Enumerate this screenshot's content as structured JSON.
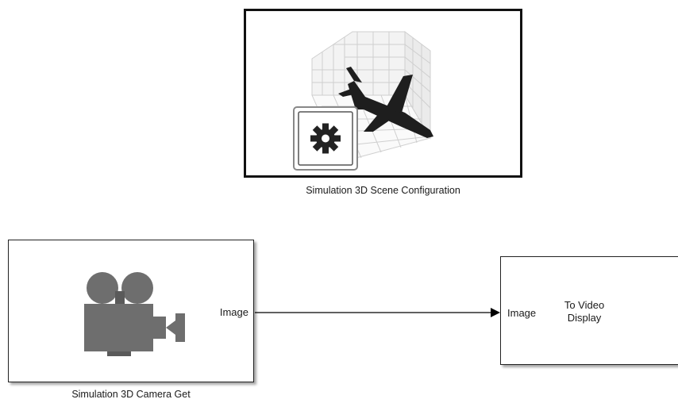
{
  "blocks": {
    "scene_config": {
      "caption": "Simulation 3D Scene Configuration"
    },
    "camera_get": {
      "caption": "Simulation 3D Camera Get",
      "output_port": "Image"
    },
    "video_display": {
      "input_port": "Image",
      "title_line1": "To Video",
      "title_line2": "Display"
    }
  },
  "icons": {
    "scene": "grid-airplane-icon",
    "settings": "gear-icon",
    "camera": "video-camera-icon"
  },
  "colors": {
    "block_border": "#222222",
    "icon_gray": "#6e6e6e",
    "grid_gray": "#cfcfcf",
    "line": "#000000"
  }
}
